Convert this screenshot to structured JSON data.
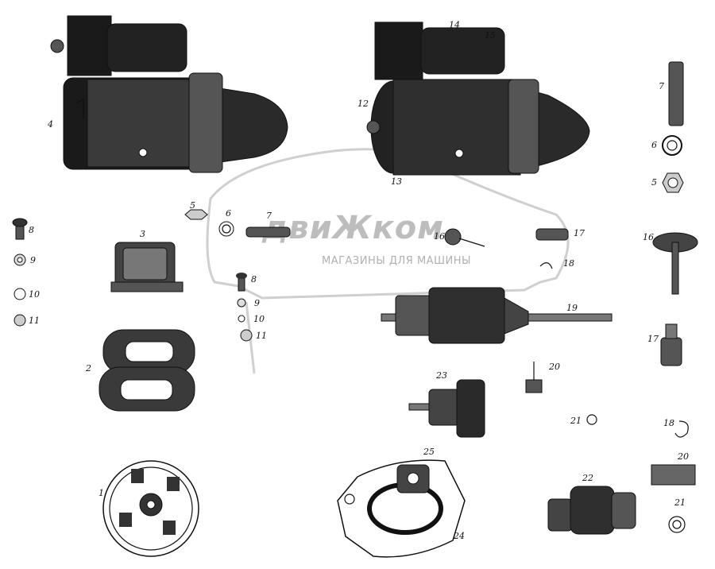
{
  "watermark": {
    "title": "двиЖком",
    "subtitle": "МАГАЗИНЫ ДЛЯ МАШИНЫ"
  },
  "callouts": {
    "c1": "1",
    "c2": "2",
    "c3": "3",
    "c4": "4",
    "c5a": "5",
    "c5b": "5",
    "c6a": "6",
    "c6b": "6",
    "c7a": "7",
    "c7b": "7",
    "c8a": "8",
    "c8b": "8",
    "c9a": "9",
    "c9b": "9",
    "c10a": "10",
    "c10b": "10",
    "c11a": "11",
    "c11b": "11",
    "c12": "12",
    "c13": "13",
    "c14": "14",
    "c15": "15",
    "c16a": "16",
    "c16b": "16",
    "c17a": "17",
    "c17b": "17",
    "c18a": "18",
    "c18b": "18",
    "c19": "19",
    "c20a": "20",
    "c20b": "20",
    "c21a": "21",
    "c21b": "21",
    "c22": "22",
    "c23": "23",
    "c24": "24",
    "c25": "25"
  }
}
